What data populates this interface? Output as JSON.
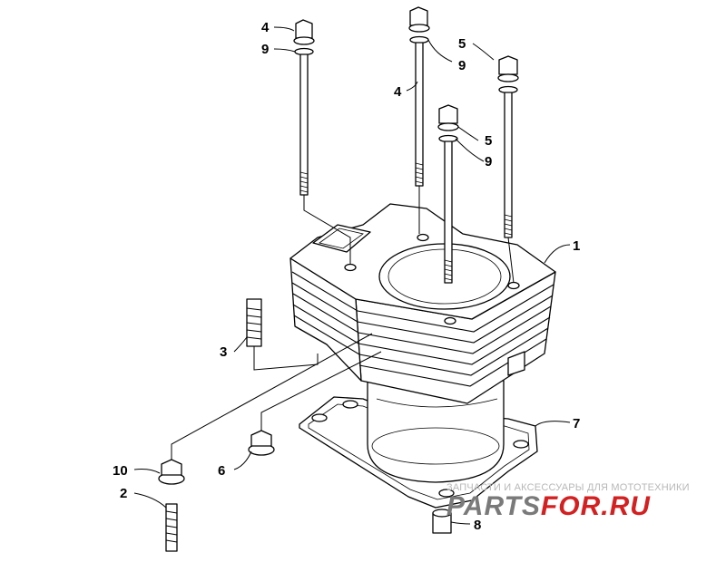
{
  "callouts": {
    "c1": "1",
    "c2": "2",
    "c3": "3",
    "c4a": "4",
    "c4b": "4",
    "c5a": "5",
    "c5b": "5",
    "c6": "6",
    "c7": "7",
    "c8": "8",
    "c9a": "9",
    "c9b": "9",
    "c9c": "9",
    "c10": "10"
  },
  "watermark": {
    "subtitle": "ЗАПЧАСТИ И АКСЕССУАРЫ ДЛЯ МОТОТЕХНИКИ",
    "logo_part1": "PARTS",
    "logo_part2": "FOR.RU"
  }
}
